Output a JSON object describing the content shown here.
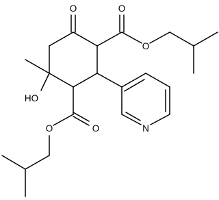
{
  "structure": {
    "atom_labels": {
      "O_ketone": "O",
      "O_ester1_carbonyl": "O",
      "O_ester1_ether": "O",
      "OH": "HO",
      "O_ester2_carbonyl": "O",
      "O_ester2_ether": "O",
      "N_pyridine": "N"
    }
  }
}
